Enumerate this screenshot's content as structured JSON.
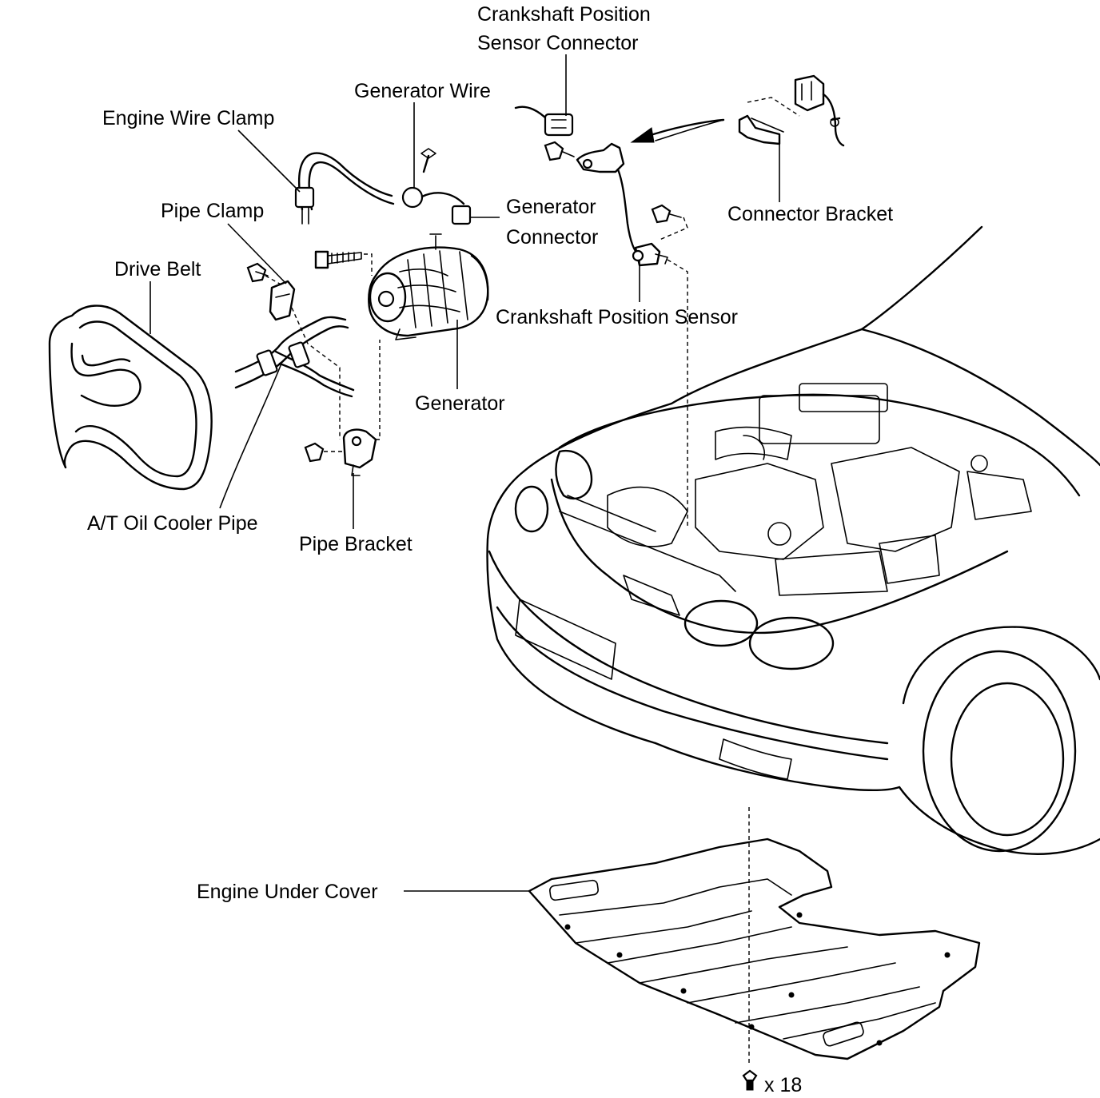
{
  "labels": {
    "crankshaft_position_sensor_connector_line1": "Crankshaft Position",
    "crankshaft_position_sensor_connector_line2": "Sensor Connector",
    "generator_wire": "Generator Wire",
    "engine_wire_clamp": "Engine Wire Clamp",
    "generator_connector_line1": "Generator",
    "generator_connector_line2": "Connector",
    "connector_bracket": "Connector Bracket",
    "pipe_clamp": "Pipe Clamp",
    "drive_belt": "Drive Belt",
    "crankshaft_position_sensor": "Crankshaft Position Sensor",
    "generator": "Generator",
    "at_oil_cooler_pipe": "A/T Oil Cooler Pipe",
    "pipe_bracket": "Pipe Bracket",
    "engine_under_cover": "Engine Under Cover",
    "bolt_quantity": "x 18"
  }
}
